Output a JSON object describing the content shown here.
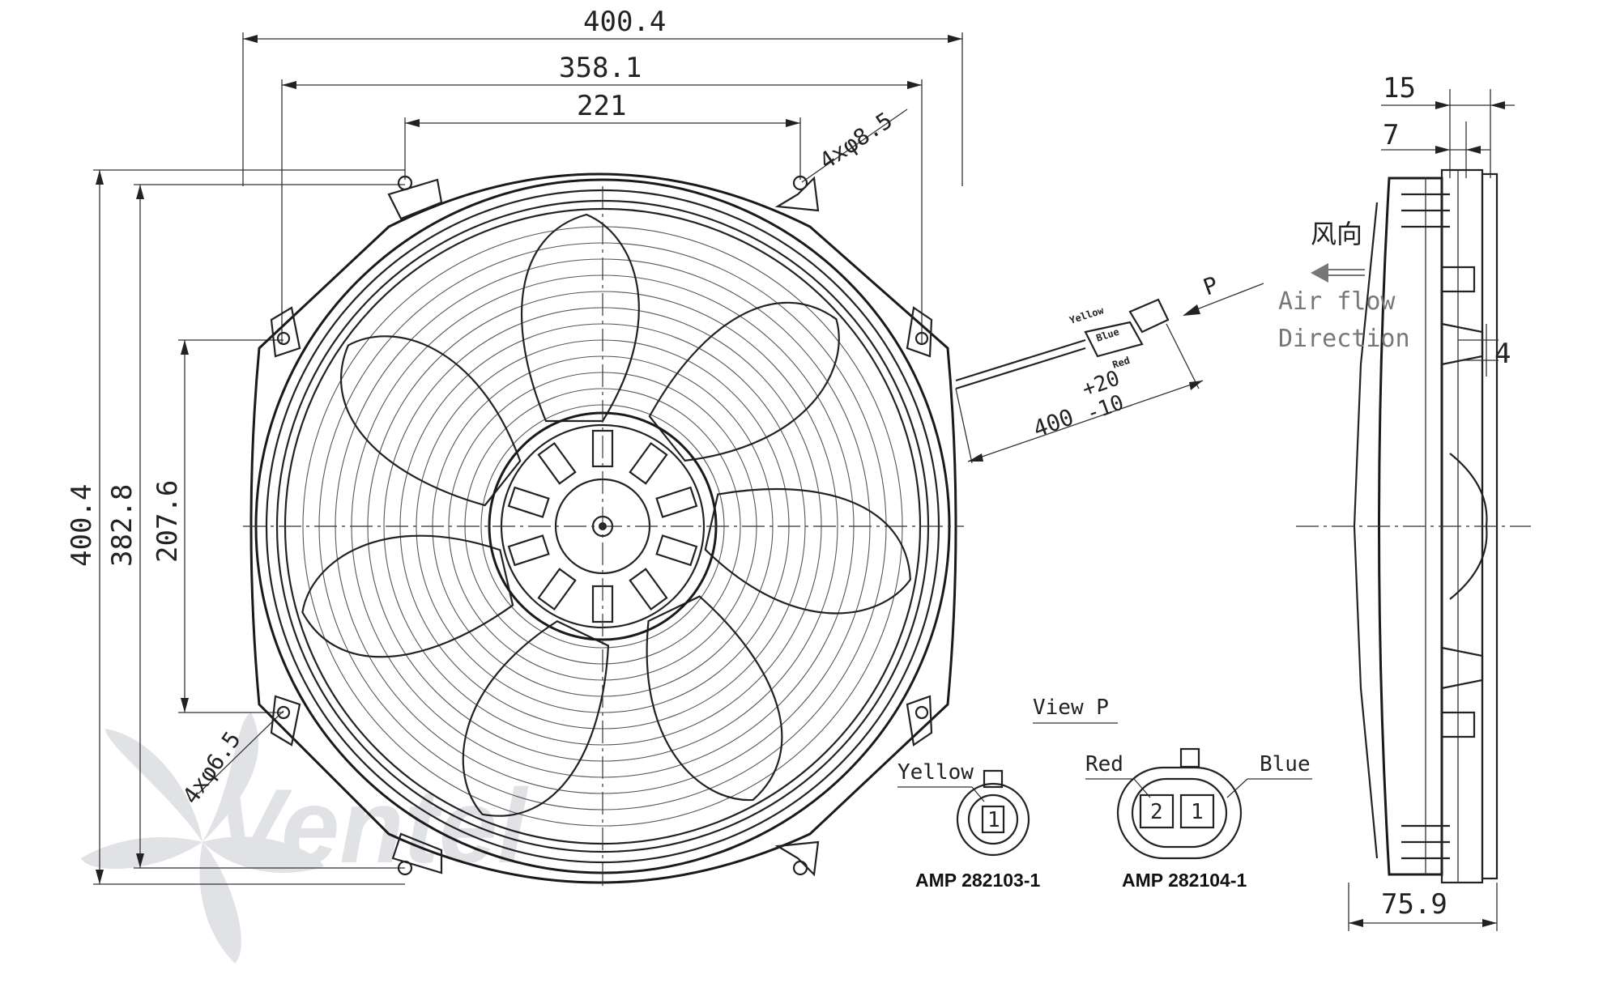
{
  "dimensions": {
    "width_overall": "400.4",
    "width_mounting": "358.1",
    "width_inner_holes": "221",
    "height_overall": "400.4",
    "height_mounting": "382.8",
    "height_holes": "207.6",
    "holes_top": "4xφ8.5",
    "holes_bottom": "4xφ6.5",
    "cable_length": "400",
    "cable_tol_upper": "+20",
    "cable_tol_lower": "-10",
    "side_15": "15",
    "side_7": "7",
    "side_4": "4",
    "side_depth": "75.9"
  },
  "view_marker": "P",
  "wires": {
    "yellow": "Yellow",
    "blue": "Blue",
    "red": "Red"
  },
  "airflow": {
    "cn": "风向",
    "line1": "Air flow",
    "line2": "Direction"
  },
  "view_p": {
    "title": "View P",
    "connector1": {
      "wire": "Yellow",
      "pin": "1",
      "part": "AMP 282103-1"
    },
    "connector2": {
      "wire_left": "Red",
      "wire_right": "Blue",
      "pin_left": "2",
      "pin_right": "1",
      "part": "AMP 282104-1"
    }
  },
  "watermark": "Ventel",
  "colors": {
    "line": "#222222",
    "watermark_gray": "#c9ccd1",
    "watermark_blue": "#7fb3e0"
  }
}
